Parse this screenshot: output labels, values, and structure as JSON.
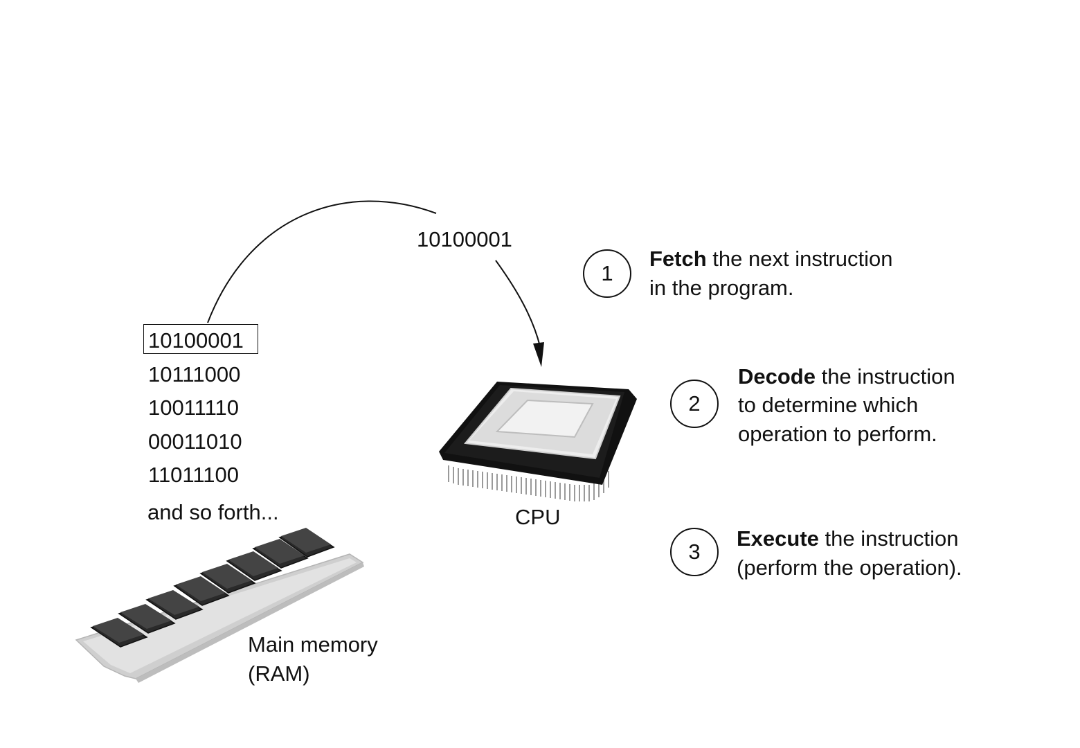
{
  "memory": {
    "words": [
      "10100001",
      "10111000",
      "10011110",
      "00011010",
      "11011100"
    ],
    "more": "and so forth...",
    "label_line1": "Main memory",
    "label_line2": "(RAM)"
  },
  "transfer": {
    "word": "10100001"
  },
  "cpu": {
    "label": "CPU"
  },
  "steps": [
    {
      "number": "1",
      "verb": "Fetch",
      "line1_rest": " the next instruction",
      "line2": "in the program.",
      "line3": ""
    },
    {
      "number": "2",
      "verb": "Decode",
      "line1_rest": " the instruction",
      "line2": "to determine which",
      "line3": "operation to perform."
    },
    {
      "number": "3",
      "verb": "Execute",
      "line1_rest": " the instruction",
      "line2": "(perform the operation).",
      "line3": ""
    }
  ]
}
